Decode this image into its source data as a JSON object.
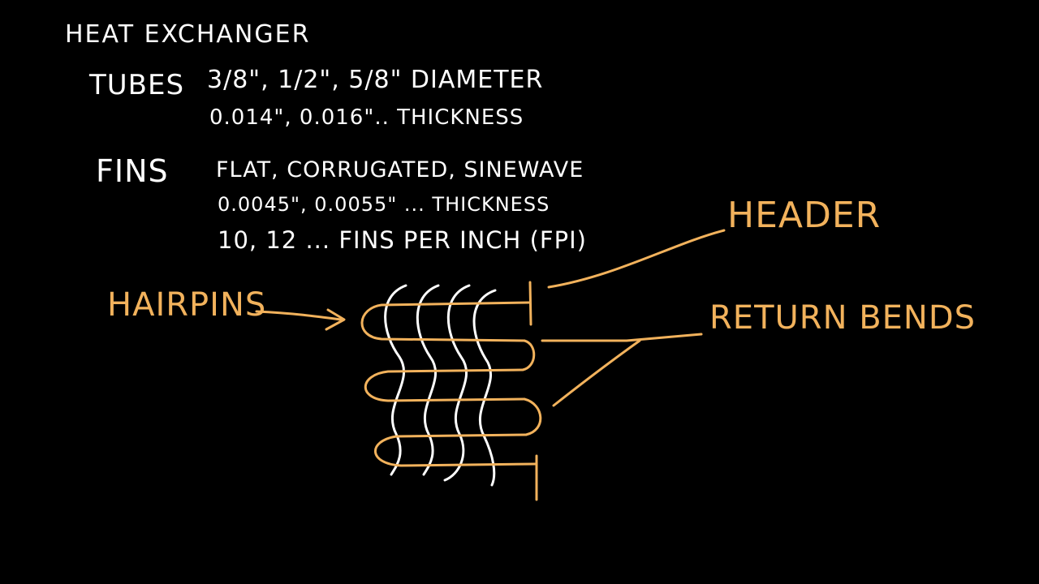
{
  "colors": {
    "background": "#000000",
    "chalk_white": "#ffffff",
    "chalk_orange": "#f2b25c"
  },
  "notes": {
    "title": "HEAT EXCHANGER",
    "tubes_label": "TUBES",
    "tubes_diameter": "3/8\", 1/2\", 5/8\" DIAMETER",
    "tubes_thickness": "0.014\", 0.016\".. THICKNESS",
    "fins_label": "FINS",
    "fins_types": "FLAT, CORRUGATED, SINEWAVE",
    "fins_thickness": "0.0045\", 0.0055\" ... THICKNESS",
    "fins_fpi": "10, 12 ... FINS PER INCH (FPI)"
  },
  "diagram": {
    "label_hairpins": "HAIRPINS",
    "label_header": "HEADER",
    "label_return_bends": "RETURN BENDS"
  }
}
